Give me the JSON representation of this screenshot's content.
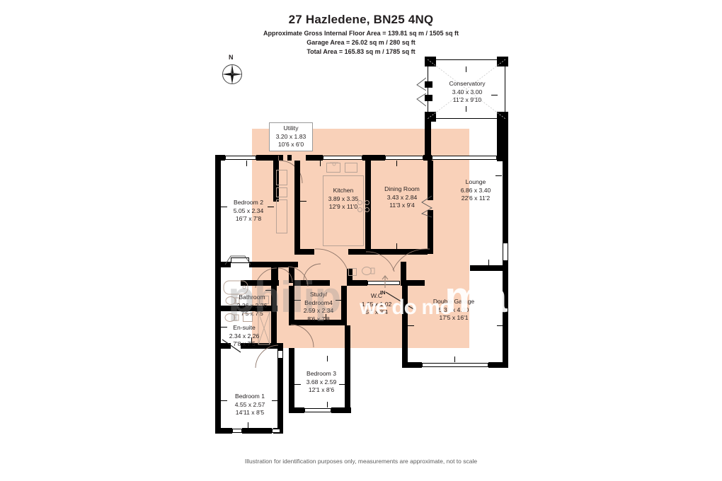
{
  "header": {
    "title": "27 Hazledene, BN25 4NQ",
    "line1": "Approximate Gross Internal Floor Area = 139.81 sq m / 1505 sq ft",
    "line2": "Garage Area = 26.02 sq m / 280 sq ft",
    "line3": "Total Area = 165.83 sq m / 1785 sq ft"
  },
  "footer": {
    "disclaimer": "Illustration for identification purposes only, measurements are approximate, not to scale"
  },
  "compass": {
    "north_label": "N"
  },
  "watermark": {
    "line1": "philip",
    "line2": "mann",
    "line3": "we do mo"
  },
  "entrance": {
    "label": "IN"
  },
  "colors": {
    "highlight": "#f8cdb3",
    "wall": "#000000",
    "text": "#231f20",
    "fixture_line": "#b8a396"
  },
  "rooms": [
    {
      "name": "Utility",
      "metric": "3.20 x 1.83",
      "imperial": "10'6 x 6'0"
    },
    {
      "name": "Conservatory",
      "metric": "3.40 x 3.00",
      "imperial": "11'2 x 9'10"
    },
    {
      "name": "Bedroom 2",
      "metric": "5.05 x 2.34",
      "imperial": "16'7 x 7'8"
    },
    {
      "name": "Kitchen",
      "metric": "3.89 x 3.35",
      "imperial": "12'9 x 11'0"
    },
    {
      "name": "Dining Room",
      "metric": "3.43 x 2.84",
      "imperial": "11'3 x 9'4"
    },
    {
      "name": "Lounge",
      "metric": "6.86 x 3.40",
      "imperial": "22'6 x 11'2"
    },
    {
      "name": "Bathroom",
      "metric": "2.26 x 2.26",
      "imperial": "7'5 x 7'5"
    },
    {
      "name": "En-suite",
      "metric": "2.34 x 2.26",
      "imperial": "7'8 x 7'5"
    },
    {
      "name": "W.C",
      "metric": "1.65 x 1.02",
      "imperial": "5'5 x 3'4"
    },
    {
      "name": "Study/",
      "name2": "Bedroom4",
      "metric": "2.59 x 2.34",
      "imperial": "8'6 x 7'8"
    },
    {
      "name": "Double Garage",
      "metric": "5.31 x 4.90",
      "imperial": "17'5 x 16'1"
    },
    {
      "name": "Bedroom 3",
      "metric": "3.68 x 2.59",
      "imperial": "12'1 x 8'6"
    },
    {
      "name": "Bedroom 1",
      "metric": "4.55 x 2.57",
      "imperial": "14'11 x 8'5"
    }
  ]
}
